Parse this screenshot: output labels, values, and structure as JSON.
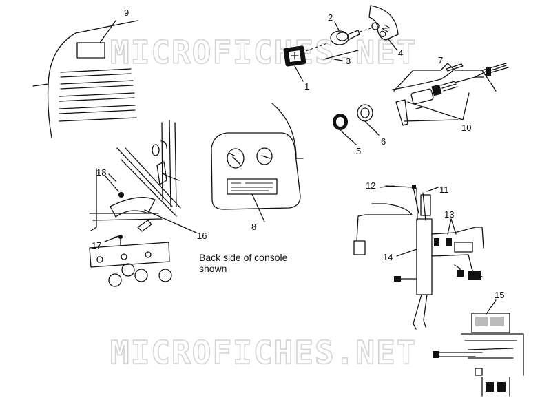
{
  "watermark": "MICROFICHES.NET",
  "caption": [
    "Back side of console",
    "shown"
  ],
  "part_numbers": [
    "1",
    "2",
    "3",
    "4",
    "5",
    "6",
    "7",
    "8",
    "9",
    "10",
    "11",
    "12",
    "13",
    "14",
    "15",
    "16",
    "17",
    "18"
  ],
  "label_text": "ON"
}
